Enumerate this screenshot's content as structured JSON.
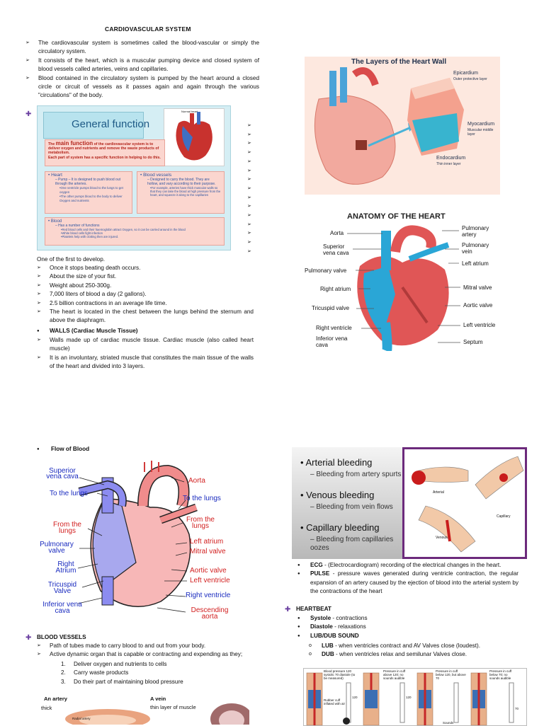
{
  "page1": {
    "title": "CARDIOVASCULAR SYSTEM",
    "intro": [
      "The cardiovascular system is sometimes called the blood-vascular or simply the circulatory system.",
      "It consists of the heart, which is a muscular pumping device and closed system of blood vessels called arteries, veins and capillaries.",
      "Blood contained in the circulatory system is pumped by the heart around a closed circle or circuit of vessels as it passes again and again through the various \"circulations\" of the body."
    ],
    "general_function": {
      "heading": "General function",
      "normal_heart": "Normal heart",
      "main_prefix": "The ",
      "main_emph": "main function",
      "main_rest": " of the cardiovascular system is to deliver oxygen and nutrients and remove the waste products of metabolism.",
      "main_line2": "Each part of system has a specific function in helping to do this.",
      "heart_title": "Heart",
      "heart_pump": "Pump – It is designed to push blood out through the arteries.",
      "heart_sub1": "•One ventricle pumps blood to the lungs to get oxygen",
      "heart_sub2": "•The other pumps blood to the body to deliver Oxygen and nutrients",
      "vessels_title": "Blood vessels",
      "vessels_text": "Designed to carry the blood. They are hollow, and vary according to their purpose.",
      "vessels_sub": "•For example, arteries have thick muscular walls so that they can take the blood at high pressure from the heart, and squeeze it along to the capillaries",
      "blood_title": "Blood",
      "blood_text": "Has a number of functions",
      "blood_sub1": "•Red blood cells and their haemoglobin attract Oxygen, so it can be carried around in the blood",
      "blood_sub2": "•White blood cells fight infection",
      "blood_sub3": "•Platelets help with clotting then are injured."
    },
    "first_line": "One of the first to develop.",
    "facts": [
      "Once it stops beating death occurs.",
      "About the size of your fist.",
      "Weight about 250-300g.",
      "7,000 liters of blood a day (2 gallons).",
      "2.5 billion contractions in an average life time.",
      "The heart is located in the chest between the lungs behind the sternum and above the diaphragm."
    ],
    "walls_heading": "WALLS (Cardiac Muscle Tissue)",
    "walls": [
      "Walls made up of cardiac muscle tissue. Cardiac muscle (also called heart muscle)",
      "It is an involuntary, striated muscle that constitutes the main tissue of the walls of the heart and divided into 3 layers."
    ],
    "layers_fig": {
      "title": "The Layers of the Heart Wall",
      "epicardium": "Epicardium",
      "epicardium_sub": "Outer protective layer",
      "myocardium": "Myocardium",
      "myocardium_sub": "Muscular middle layer",
      "endocardium": "Endocardium",
      "endocardium_sub": "Thin inner layer"
    },
    "anatomy_fig": {
      "title": "ANATOMY OF THE HEART",
      "aorta": "Aorta",
      "svc": "Superior vena cava",
      "pulmonary_valve": "Pulmonary valve",
      "right_atrium": "Right atrium",
      "tricuspid_valve": "Tricuspid valve",
      "right_ventricle": "Right ventricle",
      "ivc": "Inferior vena cava",
      "pulmonary_artery": "Pulmonary artery",
      "pulmonary_vein": "Pulmonary vein",
      "left_atrium": "Left atrium",
      "mitral_valve": "Mitral valve",
      "aortic_valve": "Aortic valve",
      "left_ventricle": "Left ventricle",
      "septum": "Septum"
    }
  },
  "page2": {
    "flow_heading": "Flow of Blood",
    "flow_fig": {
      "svc": "Superior vena cava",
      "to_lungs_l": "To the lungs",
      "from_lungs_l": "From the lungs",
      "pulmonary_valve": "Pulmonary valve",
      "right_atrium": "Right Atrium",
      "tricuspid_valve": "Tricuspid Valve",
      "ivc": "Inferior vena cava",
      "aorta": "Aorta",
      "to_lungs_r": "To the lungs",
      "from_lungs_r": "From the lungs",
      "left_atrium": "Left atrium",
      "mitral_valve": "Mitral valve",
      "aortic_valve": "Aortic valve",
      "left_ventricle": "Left ventricle",
      "right_ventricle": "Right ventricle",
      "descending_aorta": "Descending aorta"
    },
    "vessels_heading": "BLOOD VESSELS",
    "vessels": [
      "Path of tubes made to carry blood to and out from your body.",
      "Active dynamic organ that is capable or contracting and expending as they;"
    ],
    "vessels_numbered": [
      "Deliver oxygen and nutrients to cells",
      "Carry waste products",
      "Do their part of maintaining blood pressure"
    ],
    "artery_vein_fig": {
      "an_artery": "An artery",
      "thick": "thick",
      "a_vein": "A vein",
      "thin_layer": "thin layer of muscle",
      "radial_artery": "Radial artery"
    },
    "bleeding_fig": {
      "arterial": "Arterial bleeding",
      "arterial_sub": "Bleeding from artery spurts",
      "venous": "Venous bleeding",
      "venous_sub": "Bleeding from vein flows",
      "capillary": "Capillary bleeding",
      "capillary_sub": "Bleeding from capillaries oozes",
      "lbl_arterial": "Arterial",
      "lbl_capillary": "Capillary",
      "lbl_venous": "Venous"
    },
    "ecg_label": "ECG",
    "ecg_text": " - (Electrocardiogram) recording of the electrical changes in the heart.",
    "pulse_label": "PULSE",
    "pulse_text": " - pressure waves generated during ventricle contraction, the regular expansion of an artery caused by the ejection of blood into the arterial system by the contractions of the heart",
    "heartbeat_heading": "HEARTBEAT",
    "systole_label": "Systole",
    "systole_text": " - contractions",
    "diastole_label": "Diastole",
    "diastole_text": " - relaxations",
    "lubdub_label": "LUB/DUB SOUND",
    "lub_label": "LUB",
    "lub_text": " - when ventricles contract and AV Valves close (loudest).",
    "dub_label": "DUB",
    "dub_text": " - when ventricles relax and semilunar Valves close.",
    "bp_fig": {
      "c1": "Blood pressure 120 systolic 70 diastole (to be measured)",
      "c2": "Pressure in cuff above 120; no sounds audible",
      "c3": "Pressure in cuff below 120, but above 70",
      "c4": "Pressure in cuff below 70; no sounds audible",
      "rubber_cuff": "Rubber cuff inflated with air",
      "v120a": "120",
      "v120b": "120",
      "v70": "70",
      "sounds": "Sounds"
    }
  }
}
